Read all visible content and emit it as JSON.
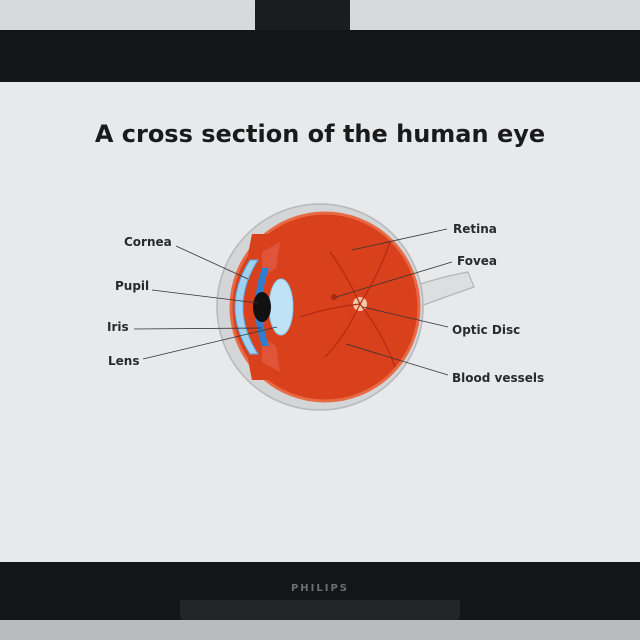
{
  "slide": {
    "title": "A cross section of the human eye",
    "labels": {
      "cornea": "Cornea",
      "pupil": "Pupil",
      "iris": "Iris",
      "lens": "Lens",
      "retina": "Retina",
      "fovea": "Fovea",
      "optic_disc": "Optic Disc",
      "blood_vessels": "Blood vessels"
    }
  },
  "monitor": {
    "brand": "PHILIPS"
  },
  "colors": {
    "screen": "#e8e9eb",
    "sclera": "#d6d8d9",
    "retina": "#d9401c",
    "iris": "#2f7fcf",
    "lens": "#bfe3f6",
    "pupil": "#111111"
  }
}
